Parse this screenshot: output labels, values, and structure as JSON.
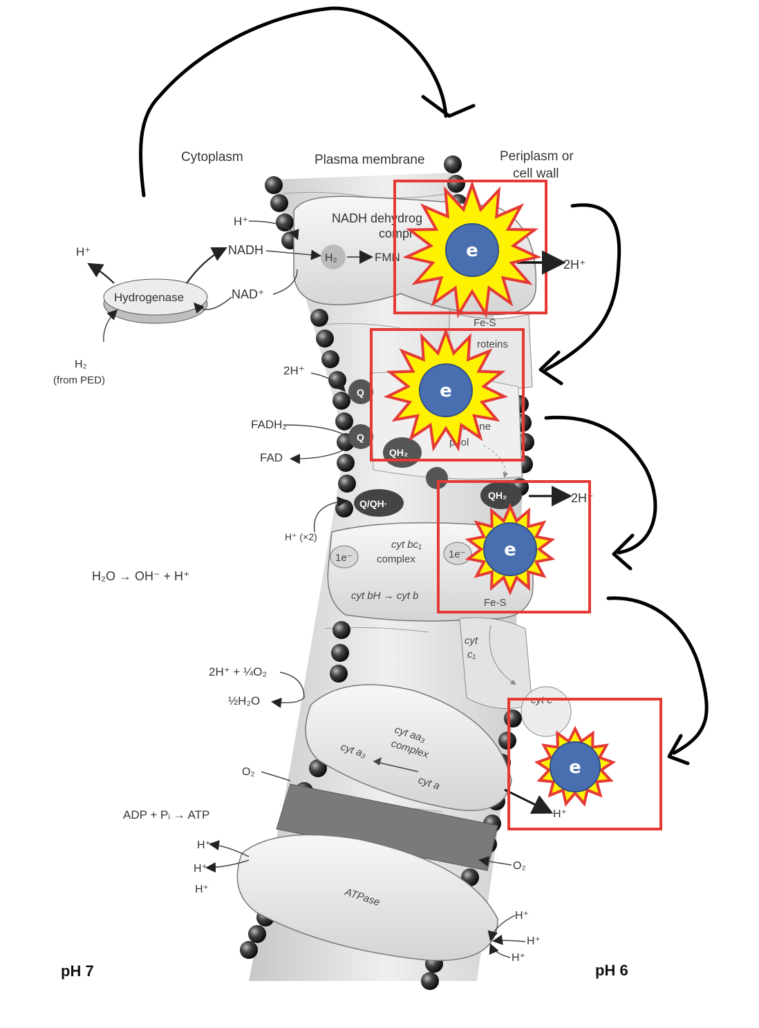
{
  "regions": {
    "cytoplasm": "Cytoplasm",
    "plasma_membrane": "Plasma membrane",
    "periplasm_line1": "Periplasm or",
    "periplasm_line2": "cell wall"
  },
  "left": {
    "hydrogenase": "Hydrogenase",
    "h_plus_top": "H⁺",
    "nadh": "NADH",
    "h_plus_left": "H⁺",
    "nad_plus": "NAD⁺",
    "h2": "H₂",
    "from_ped": "(from PED)",
    "h2_in": "2H⁺",
    "fadh2": "FADH₂",
    "fad": "FAD",
    "h_x2": "H⁺ (×2)",
    "water": "H₂O → OH⁻ + H⁺",
    "oxygen_in": "2H⁺ + ¼O₂",
    "water_out": "½H₂O",
    "o2": "O₂",
    "atp_eq": "ADP + Pᵢ → ATP",
    "h1": "H⁺",
    "h2p": "H⁺",
    "h3": "H⁺",
    "ph_left": "pH 7"
  },
  "complexes": {
    "nadh_line1": "NADH dehydrog",
    "nadh_line2": "compl",
    "h2_node": "H₂",
    "fmn": "FMN",
    "fes_line1": "Fe-S",
    "fes_line2": "roteins",
    "q1": "Q",
    "q2": "Q",
    "qh2_mid": "QH₂",
    "quinone_line1": "uinone",
    "quinone_line2": "pool",
    "qqh": "Q/QH·",
    "qh2_right": "QH₂",
    "cytbc_line1": "cyt bc₁",
    "cytbc_line2": "complex",
    "one_e_a": "1e⁻",
    "one_e_b": "1e⁻",
    "cytb": "cyt bH → cyt b",
    "fes2": "Fe-S",
    "cytc1_line1": "cyt",
    "cytc1_line2": "c₁",
    "cytc": "cyt c",
    "aa3_line1": "cyt aa₃",
    "aa3_line2": "complex",
    "cyta3": "cyt a₃",
    "cyta": "cyt a",
    "atpase": "ATPase"
  },
  "right": {
    "two_h_top": "2H⁺",
    "two_h_mid": "2H⁺",
    "h_out": "H⁺",
    "o2_right": "O₂",
    "h_r1": "H⁺",
    "h_r2": "H⁺",
    "h_r3": "H⁺",
    "ph_right": "pH 6"
  },
  "electron_label": "e",
  "colors": {
    "highlight_box": "#e53935",
    "burst_fill": "#fff200",
    "burst_stroke": "#e53935",
    "electron": "#4a6fb0"
  }
}
